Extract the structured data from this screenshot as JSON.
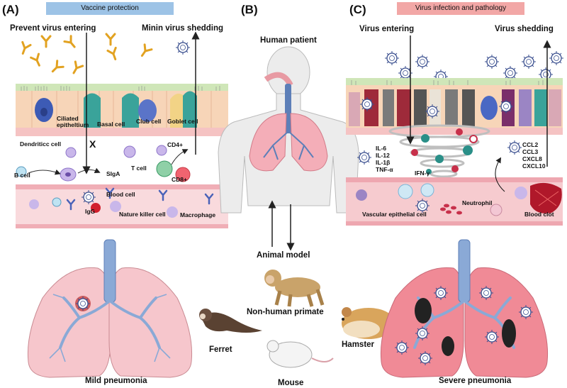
{
  "panels": {
    "a": {
      "letter": "(A)",
      "banner": "Vaccine protection",
      "prevent": "Prevent virus entering",
      "minin": "Minin virus shedding",
      "cells": {
        "ciliated": "Ciliated epitheltium",
        "basal": "Basal cell",
        "club": "Club cell",
        "goblet": "Goblet cell",
        "dendritic": "Dendriticc cell",
        "cross": "X",
        "cd4": "CD4+",
        "tcell": "T cell",
        "bcell": "B cell",
        "siga": "SIgA",
        "cd8": "CD8+",
        "blood": "Blood cell",
        "igg": "IgG",
        "nk": "Nature killer cell",
        "macro": "Macrophage"
      },
      "caption": "Mild pneumonia"
    },
    "b": {
      "letter": "(B)",
      "human": "Human patient",
      "animal": "Animal model",
      "primate": "Non-human primate",
      "ferret": "Ferret",
      "hamster": "Hamster",
      "mouse": "Mouse"
    },
    "c": {
      "letter": "(C)",
      "banner": "Virus infection and pathology",
      "entering": "Virus entering",
      "shedding": "Virus shedding",
      "cytokines": [
        "IL-6",
        "IL-12",
        "IL-1β",
        "TNF-α"
      ],
      "ifn": "IFN-γ",
      "chemokines": [
        "CCL2",
        "CCL3",
        "CXCL8",
        "CXCL10"
      ],
      "neutrophil": "Neutrophil",
      "vascular": "Vascular epithelial cell",
      "clot": "Blood clot",
      "caption": "Severe pneumonia"
    }
  },
  "colors": {
    "banner_a": "#9dc3e6",
    "banner_c": "#f2a7a6",
    "lung_mild": "#f6c6cc",
    "lung_severe": "#f08a96",
    "trachea": "#8aa9d6",
    "vessel": "#f4b9bf",
    "epithelium": "#f4c9a5"
  }
}
